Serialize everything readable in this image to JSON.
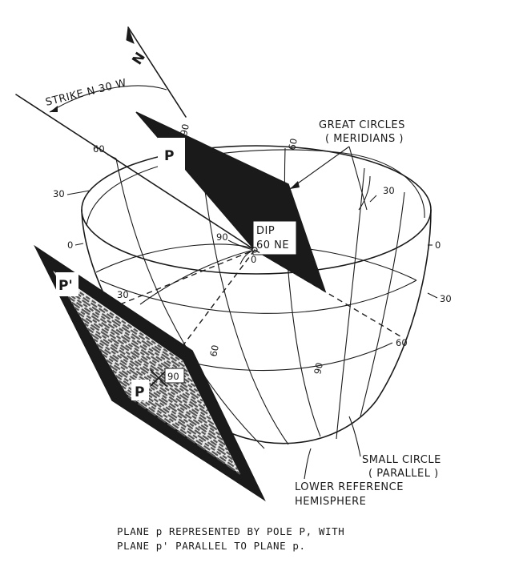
{
  "north_label": "N",
  "strike_label": "STRIKE N 30 W",
  "dip_line1": "DIP",
  "dip_line2": "60 NE",
  "angle_90_top": "90",
  "angle_90_pole": "90",
  "zero_center": "0",
  "plane_p_label": "P",
  "plane_p_prime_label": "P'",
  "pole_label": "P",
  "great_circles": [
    "GREAT CIRCLES",
    "( MERIDIANS )"
  ],
  "small_circle": [
    "SMALL CIRCLE",
    "( PARALLEL )"
  ],
  "lower_hemisphere": [
    "LOWER REFERENCE",
    "HEMISPHERE"
  ],
  "rim_ticks": {
    "t90_top": "90",
    "t60_left": "60",
    "t30_left": "30",
    "t0_left": "0",
    "t60_top": "60",
    "t30_right_top": "30",
    "t0_right": "0",
    "t30_right": "30",
    "t60_right": "60",
    "t90_bottom": "90",
    "t60_bottom": "60",
    "t30_inner": "30"
  },
  "caption": [
    "PLANE p  REPRESENTED BY POLE P, WITH",
    "PLANE p' PARALLEL TO PLANE p."
  ],
  "colors": {
    "ink": "#1a1a1a",
    "paper": "#ffffff"
  }
}
